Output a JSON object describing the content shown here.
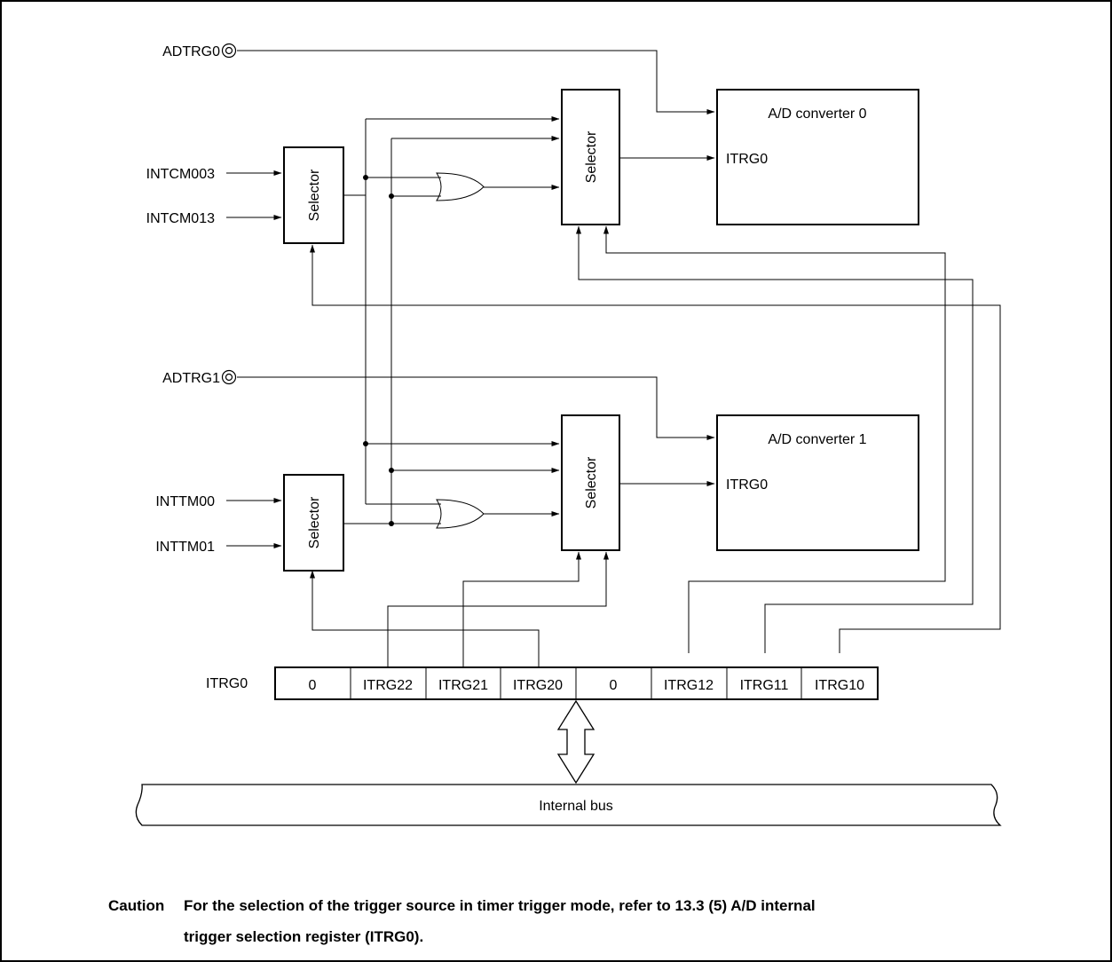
{
  "inputs": {
    "adtrg0": "ADTRG0",
    "adtrg1": "ADTRG1",
    "intcm003": "INTCM003",
    "intcm013": "INTCM013",
    "inttm00": "INTTM00",
    "inttm01": "INTTM01"
  },
  "selector_label": "Selector",
  "converters": {
    "conv0": {
      "title": "A/D converter 0",
      "port": "ITRG0"
    },
    "conv1": {
      "title": "A/D converter 1",
      "port": "ITRG0"
    }
  },
  "register": {
    "name": "ITRG0",
    "bits": [
      "0",
      "ITRG22",
      "ITRG21",
      "ITRG20",
      "0",
      "ITRG12",
      "ITRG11",
      "ITRG10"
    ]
  },
  "bus_label": "Internal bus",
  "caption": {
    "tag": "Caution",
    "line1": "For the selection of the trigger source in timer trigger mode, refer to 13.3 (5)  A/D internal",
    "line2": "trigger selection register (ITRG0)."
  }
}
